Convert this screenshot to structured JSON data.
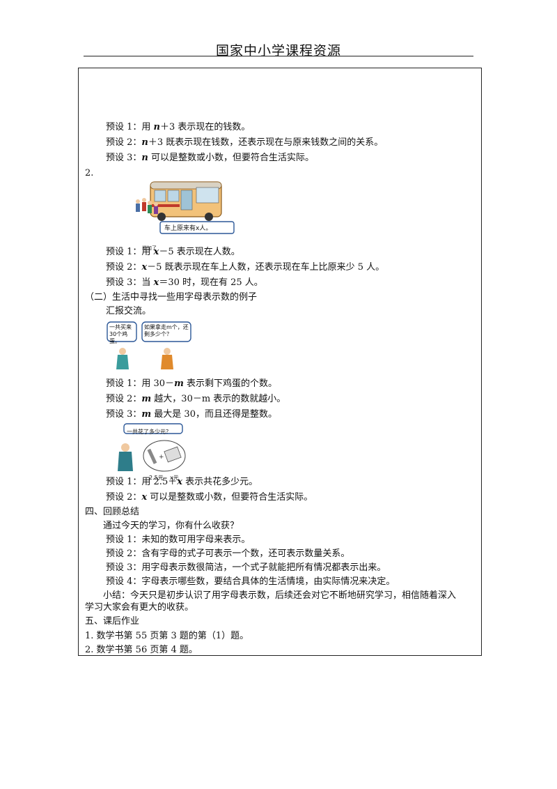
{
  "header": {
    "title": "国家中小学课程资源"
  },
  "sec1": {
    "p1": {
      "prefix": "预设 1：用 ",
      "var": "n",
      "suffix": "＋3 表示现在的钱数。"
    },
    "p2": {
      "prefix": "预设 2：",
      "var": "n",
      "suffix": "＋3 既表示现在钱数，还表示现在与原来钱数之间的关系。"
    },
    "p3": {
      "prefix": "预设 3：",
      "var": "n",
      "suffix": " 可以是整数或小数，但要符合生活实际。"
    }
  },
  "item2": {
    "number": "2."
  },
  "bus_scene": {
    "sign_text": "车上原来有x人。",
    "handwritten": "增加了"
  },
  "sec2": {
    "p1": {
      "prefix": "预设 1：用 ",
      "var": "x",
      "suffix": "－5 表示现在人数。"
    },
    "p2": {
      "prefix": "预设 2：",
      "var": "x",
      "suffix": "－5 既表示现在车上人数，还表示现在车上比原来少 5 人。"
    },
    "p3": {
      "prefix": "预设 3：当 ",
      "var": "x",
      "suffix": "＝30 时，现在有 25 人。"
    }
  },
  "part2": {
    "heading": "（二）生活中寻找一些用字母表示数的例子",
    "sub": "汇报交流。"
  },
  "egg_scene": {
    "bubble_left": "一共买来30个鸡蛋。",
    "bubble_right": "如果拿走m个，还剩多少个？"
  },
  "sec3": {
    "p1": {
      "prefix": "预设 1：用 30－",
      "var": "m",
      "suffix": " 表示剩下鸡蛋的个数。"
    },
    "p2": {
      "prefix": "预设 2：",
      "var": "m",
      "suffix": " 越大，30－m 表示的数就越小。"
    },
    "p3": {
      "prefix": "预设 3：",
      "var": "m",
      "suffix": " 最大是 30，而且还得是整数。"
    }
  },
  "shop_scene": {
    "bubble": "一共花了多少元？",
    "price_left": "2.5元",
    "price_right": "x元"
  },
  "sec4": {
    "p1": {
      "prefix": "预设 1：用 2.5＋",
      "var": "x",
      "suffix": " 表示共花多少元。"
    },
    "p2": {
      "prefix": "预设 2：",
      "var": "x",
      "suffix": " 可以是整数或小数，但要符合生活实际。"
    }
  },
  "review": {
    "heading": "四、回顾总结",
    "question": "通过今天的学习，你有什么收获？",
    "p1": "预设 1：未知的数可用字母来表示。",
    "p2": "预设 2：含有字母的式子可表示一个数，还可表示数量关系。",
    "p3": "预设 3：用字母表示数很简洁，一个式子就能把所有情况都表示出来。",
    "p4": "预设 4：字母表示哪些数，要结合具体的生活情境，由实际情况来决定。",
    "summary": "小结：今天只是初步认识了用字母表示数，后续还会对它不断地研究学习，相信随着深入学习大家会有更大的收获。"
  },
  "homework": {
    "heading": "五、课后作业",
    "item1": "1. 数学书第 55 页第 3 题的第（1）题。",
    "item2": "2. 数学书第 56 页第 4 题。"
  }
}
